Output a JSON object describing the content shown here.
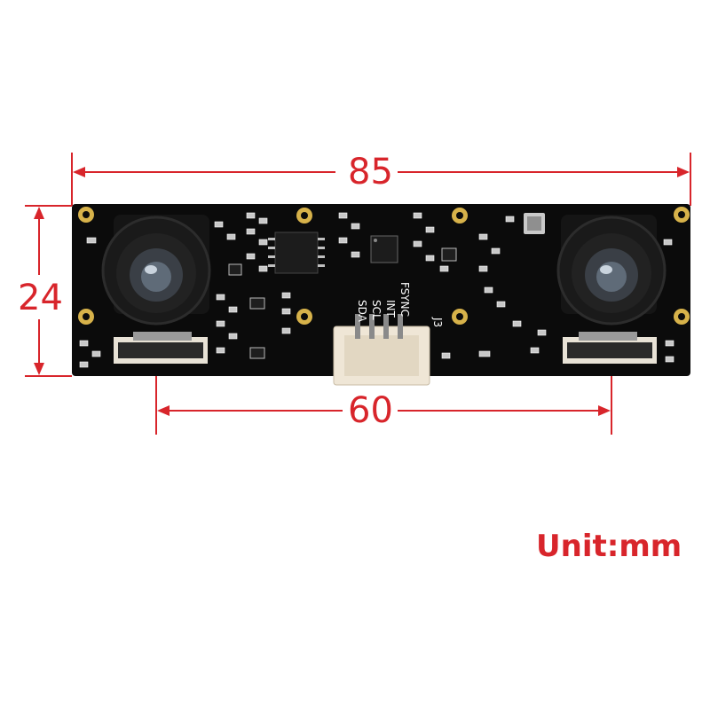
{
  "dimensions": {
    "width_label": "85",
    "height_label": "24",
    "lens_spacing_label": "60",
    "unit_label": "Unit:mm"
  },
  "board": {
    "pin_labels": [
      "SDA",
      "SCL",
      "INT",
      "FSYNC"
    ],
    "connector_label": "J3"
  },
  "colors": {
    "dimension": "#d8252b",
    "pcb": "#0b0b0b",
    "connector": "#efe6d6"
  }
}
